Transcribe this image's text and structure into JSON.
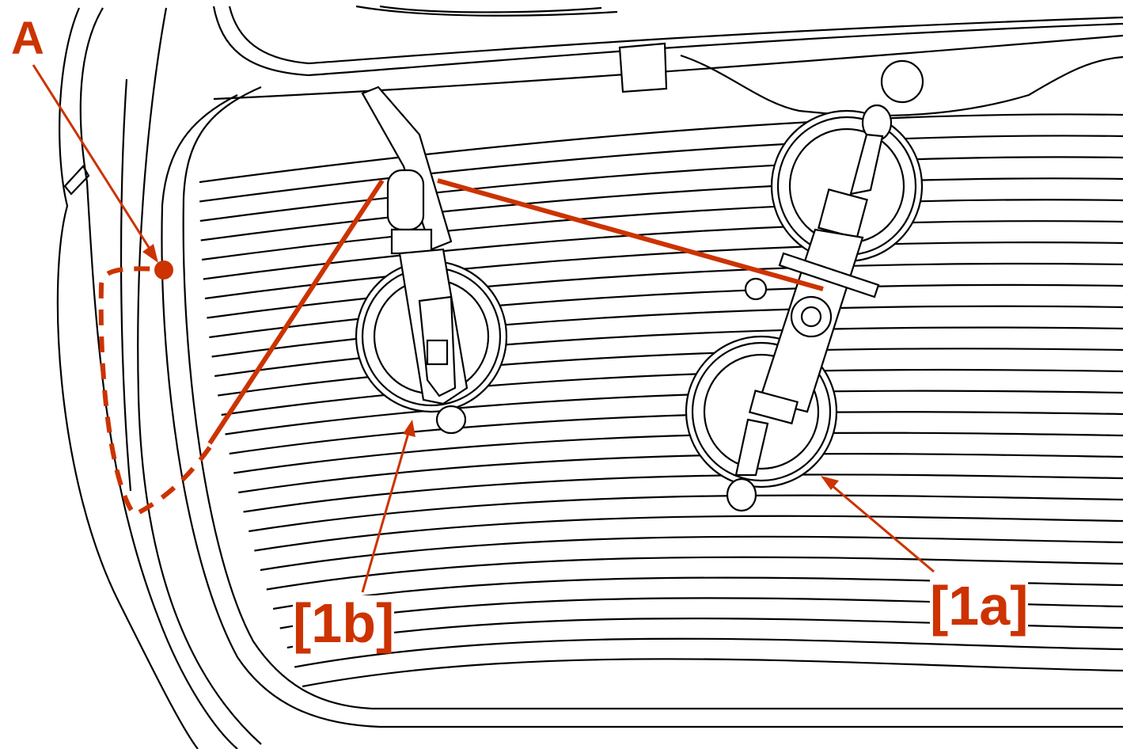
{
  "callouts": {
    "a": "A",
    "b1": "[1b]",
    "a1": "[1a]"
  },
  "colors": {
    "accent": "#cc3300",
    "line": "#000000"
  }
}
